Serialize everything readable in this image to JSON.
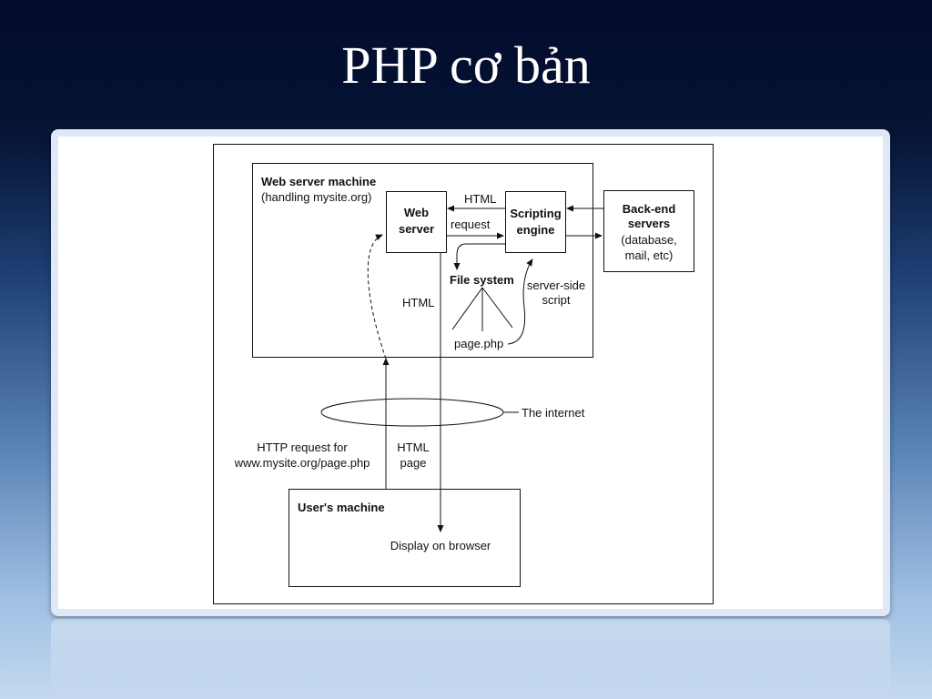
{
  "slide": {
    "title": "PHP cơ bản"
  },
  "diagram": {
    "web_server_machine": {
      "title": "Web server machine",
      "subtitle": "(handling mysite.org)"
    },
    "web_server": {
      "line1": "Web",
      "line2": "server"
    },
    "scripting_engine": {
      "line1": "Scripting",
      "line2": "engine"
    },
    "backend": {
      "line1": "Back-end",
      "line2": "servers",
      "line3": "(database,",
      "line4": "mail, etc)"
    },
    "labels": {
      "html_top": "HTML",
      "request": "request",
      "file_system": "File system",
      "server_side_1": "server-side",
      "server_side_2": "script",
      "html_left": "HTML",
      "page_php": "page.php",
      "internet": "The internet",
      "http_request_1": "HTTP request for",
      "http_request_2": "www.mysite.org/page.php",
      "html_page_1": "HTML",
      "html_page_2": "page"
    },
    "users_machine": {
      "title": "User's machine",
      "display": "Display on browser"
    }
  }
}
